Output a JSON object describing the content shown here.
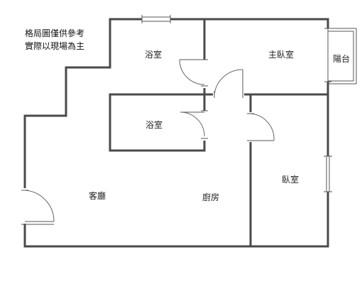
{
  "note": {
    "line1": "格局圖僅供參考",
    "line2": "實際以現場為主"
  },
  "rooms": {
    "bath_upper": "浴室",
    "master_bedroom": "主臥室",
    "balcony": "陽台",
    "bath_lower": "浴室",
    "bedroom": "臥室",
    "living_room": "客廳",
    "kitchen": "廚房"
  }
}
